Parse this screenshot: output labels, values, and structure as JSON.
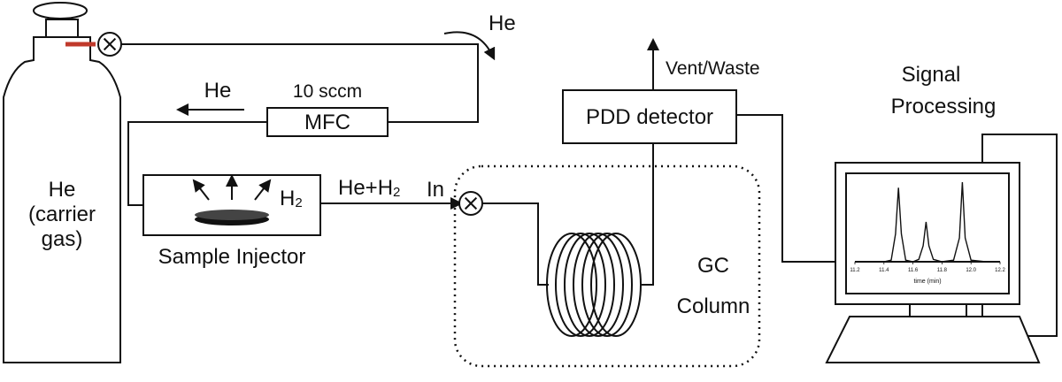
{
  "labels": {
    "he_top": "He",
    "he_flow": "He",
    "sccm": "10 sccm",
    "mfc": "MFC",
    "cylinder_line1": "He",
    "cylinder_line2": "(carrier",
    "cylinder_line3": "gas)",
    "h2": "H",
    "h2_sub": "2",
    "sample_injector": "Sample Injector",
    "he_h2_prefix": "He+H",
    "he_h2_sub": "2",
    "in": "In",
    "vent_waste": "Vent/Waste",
    "pdd_detector": "PDD detector",
    "signal_line1": "Signal",
    "signal_line2": "Processing",
    "gc_line1": "GC",
    "gc_line2": "Column",
    "x_axis_title": "time (min)",
    "x_ticks": [
      "11.2",
      "11.4",
      "11.6",
      "11.8",
      "12.0",
      "12.2"
    ]
  },
  "colors": {
    "stroke": "#111111",
    "valve_connector": "#c0392b"
  },
  "icons": [
    "valve-icon",
    "arrow-icon",
    "coil-icon"
  ],
  "chart_data": {
    "type": "line",
    "title": "",
    "xlabel": "time (min)",
    "ylabel": "",
    "xlim": [
      11.2,
      12.2
    ],
    "ylim": [
      0,
      1
    ],
    "x": [
      11.2,
      11.3,
      11.4,
      11.45,
      11.48,
      11.5,
      11.52,
      11.55,
      11.6,
      11.64,
      11.67,
      11.69,
      11.71,
      11.74,
      11.8,
      11.88,
      11.92,
      11.94,
      11.96,
      12.0,
      12.1,
      12.2
    ],
    "series": [
      {
        "values": [
          0.0,
          0.0,
          0.0,
          0.02,
          0.35,
          0.93,
          0.35,
          0.02,
          0.0,
          0.03,
          0.2,
          0.5,
          0.2,
          0.03,
          0.0,
          0.02,
          0.3,
          1.0,
          0.3,
          0.02,
          0.0,
          0.0
        ]
      }
    ]
  }
}
